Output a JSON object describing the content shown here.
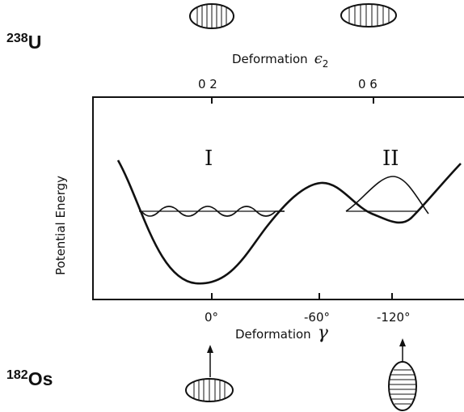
{
  "nuclei": {
    "top": {
      "mass": "238",
      "symbol": "U"
    },
    "bottom": {
      "mass": "182",
      "symbol": "Os"
    }
  },
  "top_axis": {
    "label": "Deformation",
    "symbol": "ϵ",
    "subscript": "2",
    "ticks": [
      "0 2",
      "0 6"
    ]
  },
  "bottom_axis": {
    "label": "Deformation",
    "symbol": "γ",
    "ticks": [
      "0°",
      "-60°",
      "-120°"
    ]
  },
  "y_axis": {
    "label": "Potential Energy"
  },
  "wells": [
    "I",
    "II"
  ],
  "shapes": {
    "top_left": "oblate-nucleus-icon",
    "top_right": "prolate-nucleus-icon",
    "bottom_left": "oblate-nucleus-icon",
    "bottom_right": "prolate-vertical-nucleus-icon"
  }
}
